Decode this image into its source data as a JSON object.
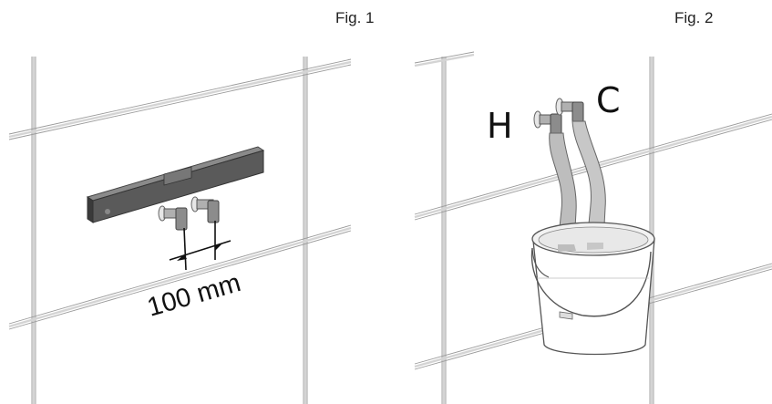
{
  "figures": [
    {
      "label": "Fig. 1",
      "dimension_label": "100 mm"
    },
    {
      "label": "Fig. 2",
      "hot_label": "H",
      "cold_label": "C"
    }
  ],
  "colors": {
    "tile_grout": "#d4d4d4",
    "outline": "#555555",
    "spirit_level": "#5a5a5a",
    "hose": "#bdbdbd",
    "bucket": "#ffffff"
  }
}
